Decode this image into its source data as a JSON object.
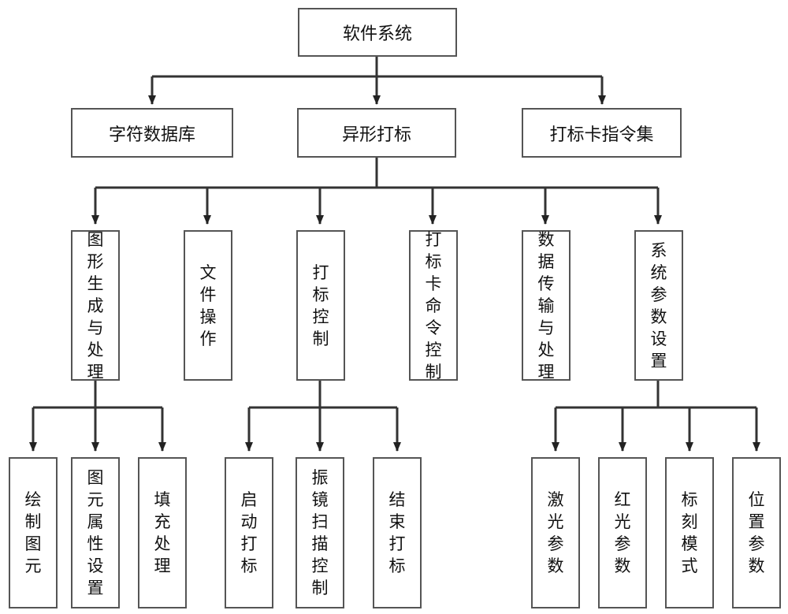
{
  "diagram": {
    "root": "软件系统",
    "level1": [
      "字符数据库",
      "异形打标",
      "打标卡指令集"
    ],
    "level2": [
      "图形生成与处理",
      "文件操作",
      "打标控制",
      "打标卡命令控制",
      "数据传输与处理",
      "系统参数设置"
    ],
    "graphics_children": [
      "绘制图元",
      "图元属性设置",
      "填充处理"
    ],
    "marking_children": [
      "启动打标",
      "振镜扫描控制",
      "结束打标"
    ],
    "params_children": [
      "激光参数",
      "红光参数",
      "标刻模式",
      "位置参数"
    ]
  },
  "colors": {
    "line": "#333333",
    "border": "#555555"
  }
}
